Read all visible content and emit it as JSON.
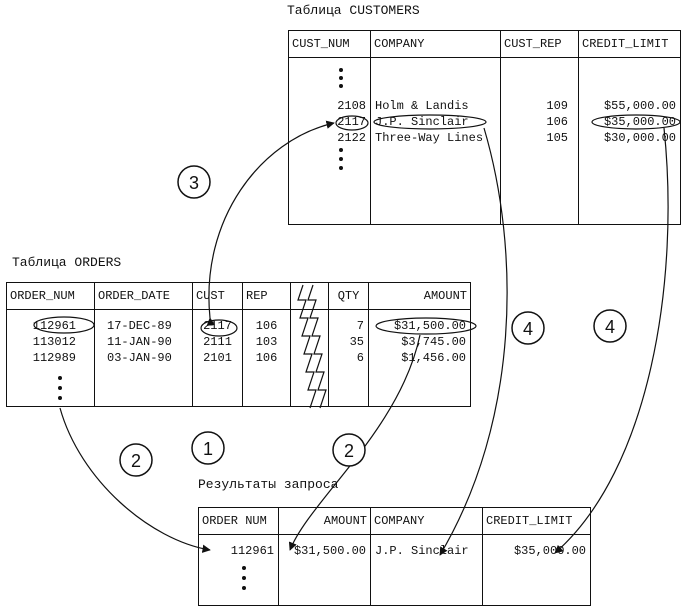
{
  "customers": {
    "caption": "Таблица CUSTOMERS",
    "headers": [
      "CUST_NUM",
      "COMPANY",
      "CUST_REP",
      "CREDIT_LIMIT"
    ],
    "rows": [
      [
        "2108",
        "Holm & Landis",
        "109",
        "$55,000.00"
      ],
      [
        "2117",
        "J.P. Sinclair",
        "106",
        "$35,000.00"
      ],
      [
        "2122",
        "Three-Way Lines",
        "105",
        "$30,000.00"
      ]
    ]
  },
  "orders": {
    "caption": "Таблица ORDERS",
    "headers": [
      "ORDER_NUM",
      "ORDER_DATE",
      "CUST",
      "REP",
      "",
      "QTY",
      "AMOUNT"
    ],
    "rows": [
      [
        "112961",
        "17-DEC-89",
        "2117",
        "106",
        "",
        "7",
        "$31,500.00"
      ],
      [
        "113012",
        "11-JAN-90",
        "2111",
        "103",
        "",
        "35",
        "$3,745.00"
      ],
      [
        "112989",
        "03-JAN-90",
        "2101",
        "106",
        "",
        "6",
        "$1,456.00"
      ]
    ]
  },
  "results": {
    "caption": "Результаты запроса",
    "headers": [
      "ORDER NUM",
      "AMOUNT",
      "COMPANY",
      "CREDIT_LIMIT"
    ],
    "rows": [
      [
        "112961",
        "$31,500.00",
        "J.P. Sinclair",
        "$35,000.00"
      ]
    ]
  },
  "steps": {
    "one": "1",
    "two_a": "2",
    "two_b": "2",
    "three": "3",
    "four_a": "4",
    "four_b": "4"
  }
}
